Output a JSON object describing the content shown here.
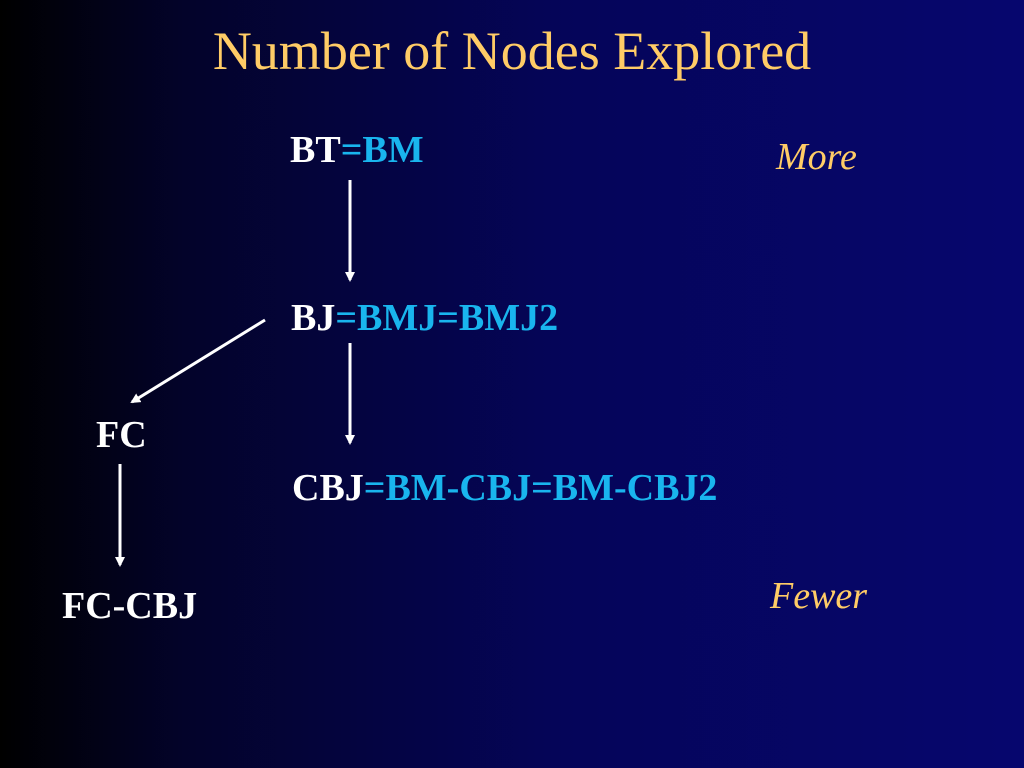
{
  "title": "Number of Nodes Explored",
  "nodes": {
    "bt": {
      "name": "BT",
      "equiv": "=BM"
    },
    "bj": {
      "name": "BJ",
      "equiv": "=BMJ=BMJ2"
    },
    "cbj": {
      "name": "CBJ",
      "equiv": "=BM-CBJ=BM-CBJ2"
    },
    "fc": {
      "name": "FC"
    },
    "fccbj": {
      "name": "FC-CBJ"
    }
  },
  "labels": {
    "more": "More",
    "fewer": "Fewer"
  },
  "edges": [
    {
      "from": "BT",
      "to": "BJ"
    },
    {
      "from": "BJ",
      "to": "CBJ"
    },
    {
      "from": "BJ",
      "to": "FC"
    },
    {
      "from": "FC",
      "to": "FC-CBJ"
    }
  ],
  "colors": {
    "title": "#ffcc66",
    "node_name": "#ffffff",
    "node_equiv": "#19b5ee",
    "arrow": "#ffffff",
    "background": "#06066e"
  }
}
